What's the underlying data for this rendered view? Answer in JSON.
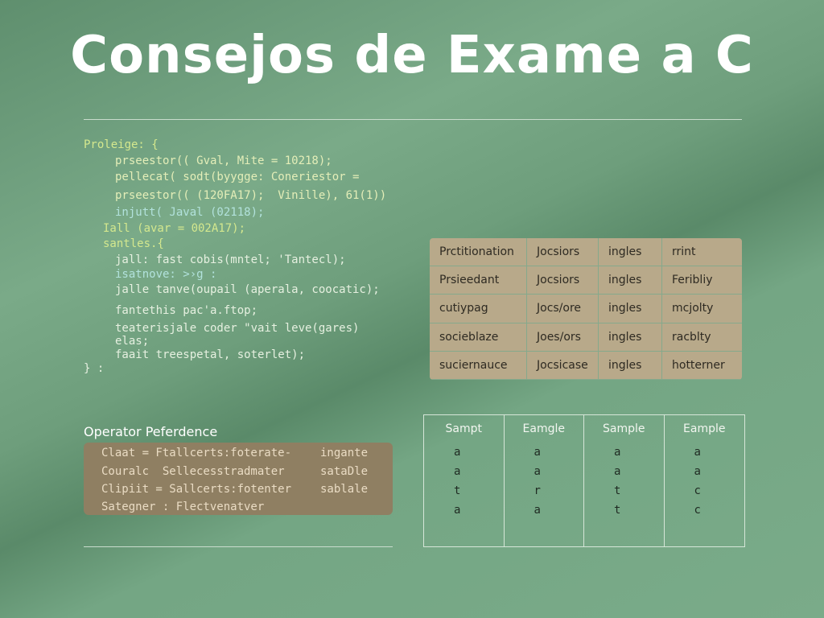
{
  "title": "Consejos de Exame a C",
  "code": [
    "Proleige: {",
    "prseestor(( Gval, Mite = 10218);",
    "pellecat( sodt(byygge: Coneriestor =",
    "prseestor(( (120FA17);  Vinille), 61(1))",
    "injutt( Javal (02118);",
    "Iall (avar = 002A17);",
    "santles.{",
    "jall: fast cobis(mntel; 'Tantecl);",
    "isatnove: >›g :",
    "jalle tanve(oupail (aperala, coocatic);",
    "fantethis pac'a.ftop;",
    "teaterisjale coder \"vait leve(gares)",
    "elas;",
    "faait treespetal, soterlet);",
    "} :"
  ],
  "table1": [
    [
      "Prctitionation",
      "Jocsiors",
      "ingles",
      "rrint"
    ],
    [
      "Prsieedant",
      "Jocsiors",
      "ingles",
      "Feribliy"
    ],
    [
      "cutiypag",
      "Jocs/ore",
      "ingles",
      "mcjolty"
    ],
    [
      "socieblaze",
      "Joes/ors",
      "ingles",
      "racblty"
    ],
    [
      "suciernauce",
      "Jocsicase",
      "ingles",
      "hotterner"
    ]
  ],
  "operator": {
    "heading": "Operator Peferdence",
    "rows": [
      {
        "left": "Claat = Ftallcerts:foterate-",
        "right": "ingante"
      },
      {
        "left": "Couralc  Sellecesstradmater",
        "right": "sataDle"
      },
      {
        "left": "Clipiit = Sallcerts:fotenter",
        "right": "sablale"
      },
      {
        "left": "Sategner : Flectvenatver",
        "right": ""
      }
    ]
  },
  "table2": {
    "headers": [
      "Sampt",
      "Eamgle",
      "Sample",
      "Eample"
    ],
    "columns": [
      [
        "a",
        "a",
        "t",
        "a"
      ],
      [
        "a",
        "a",
        "r",
        "a"
      ],
      [
        "a",
        "a",
        "t",
        "t"
      ],
      [
        "a",
        "a",
        "c",
        "c"
      ]
    ]
  }
}
